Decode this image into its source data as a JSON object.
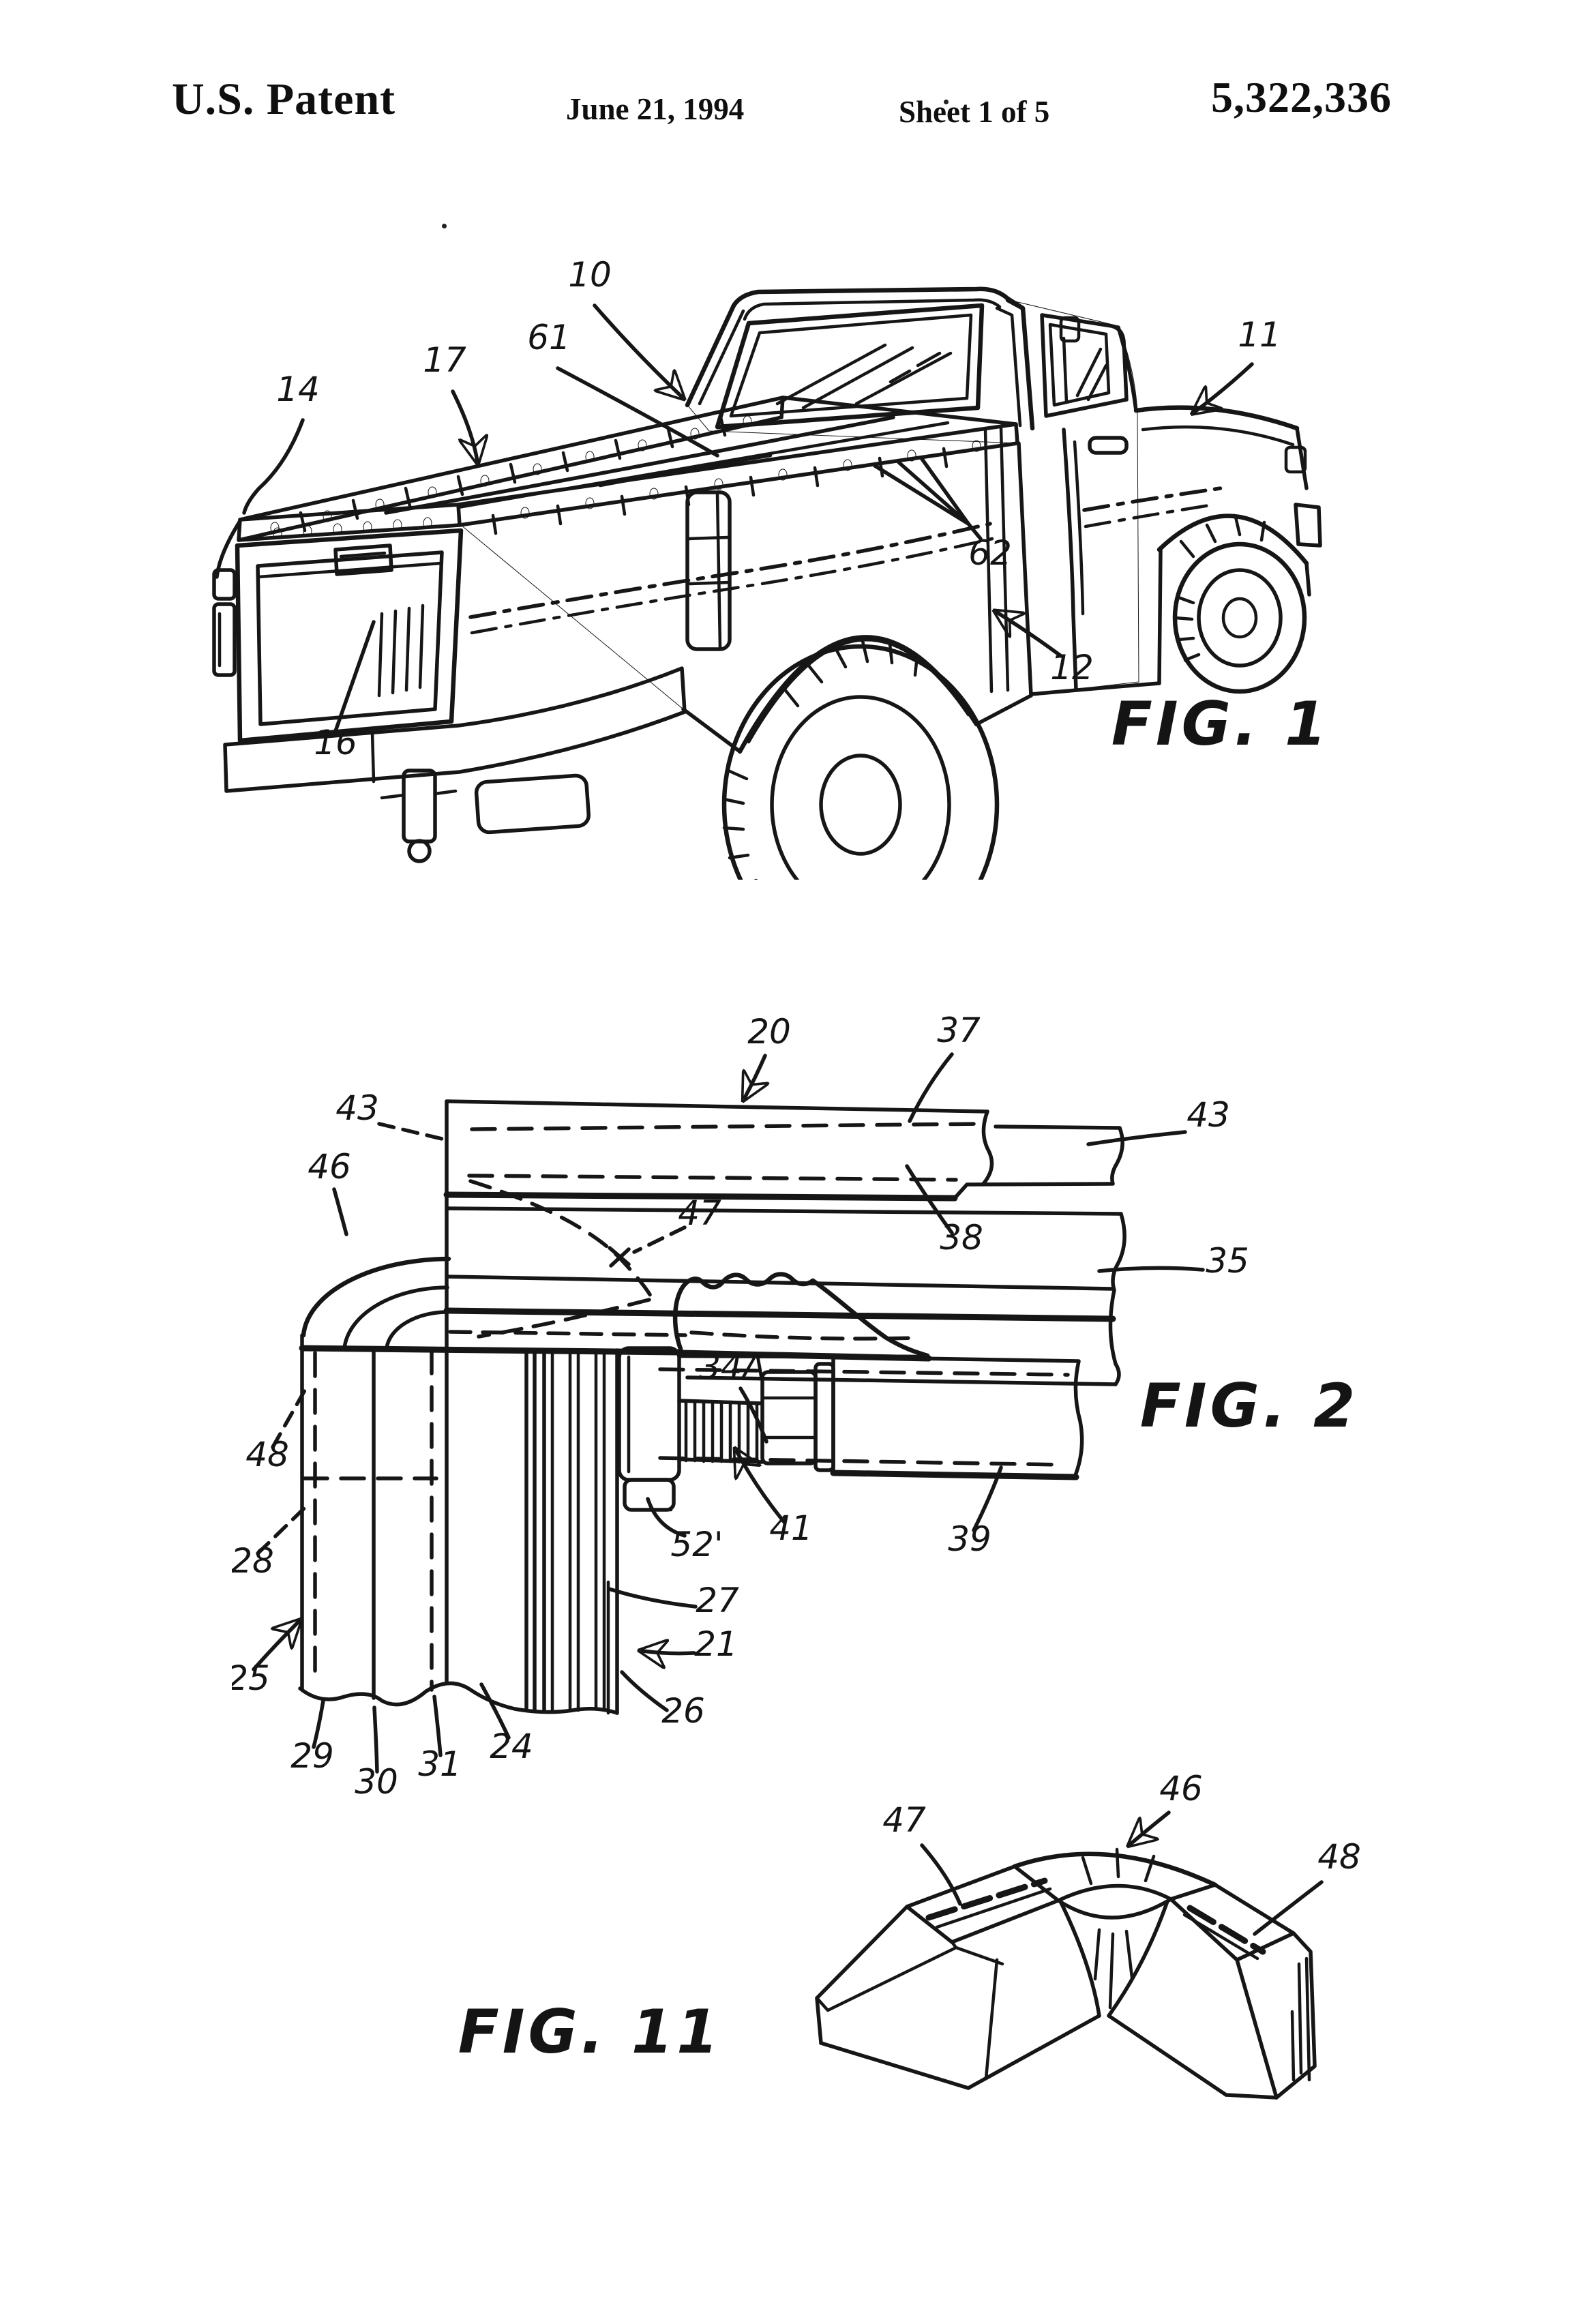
{
  "page": {
    "background_color": "#ffffff",
    "ink_color": "#161616",
    "kind_labels": {
      "sheet_kind": "patent drawing sheet"
    }
  },
  "header": {
    "title": "U.S. Patent",
    "date": "June 21, 1994",
    "sheet": "Sheet 1 of 5",
    "patent_number": "5,322,336"
  },
  "figures": {
    "fig1": {
      "caption": "FIG. 1",
      "labels": [
        "10",
        "17",
        "61",
        "14",
        "11",
        "62",
        "12",
        "16"
      ]
    },
    "fig2": {
      "caption": "FIG. 2",
      "labels": [
        "20",
        "37",
        "43",
        "43",
        "46",
        "47",
        "38",
        "35",
        "34A",
        "48",
        "52'",
        "41",
        "39",
        "28",
        "27",
        "25",
        "21",
        "26",
        "24",
        "31",
        "30",
        "29"
      ]
    },
    "fig11": {
      "caption": "FIG. 11",
      "labels": [
        "47",
        "46",
        "48"
      ]
    }
  }
}
